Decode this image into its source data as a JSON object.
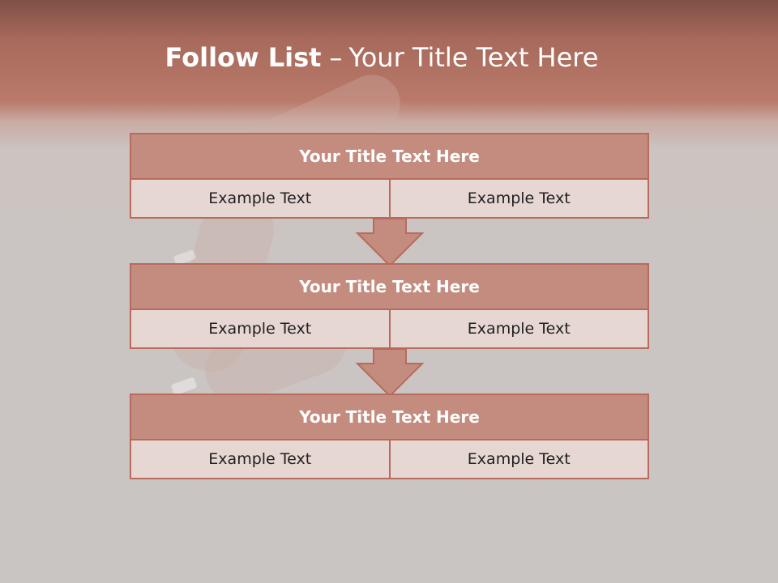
{
  "slide": {
    "title_bold": "Follow List",
    "title_separator": "–",
    "title_rest": "Your Title Text Here"
  },
  "steps": [
    {
      "header": "Your Title Text Here",
      "left": "Example Text",
      "right": "Example Text"
    },
    {
      "header": "Your Title Text Here",
      "left": "Example Text",
      "right": "Example Text"
    },
    {
      "header": "Your Title Text Here",
      "left": "Example Text",
      "right": "Example Text"
    }
  ],
  "colors": {
    "accent": "#b86a5c",
    "header_fill": "#c48c7e",
    "cell_fill": "#e7d7d3",
    "arrow_fill": "#c48c7e"
  },
  "icons": {
    "connector": "down-arrow-icon"
  }
}
